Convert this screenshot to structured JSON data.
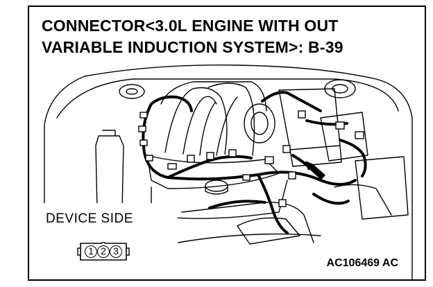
{
  "title": {
    "line1": "CONNECTOR<3.0L ENGINE WITH OUT",
    "line2": "VARIABLE INDUCTION SYSTEM>: B-39"
  },
  "device_side": {
    "label": "DEVICE SIDE",
    "pins": [
      "1",
      "2",
      "3"
    ]
  },
  "figure_code": "AC106469 AC"
}
